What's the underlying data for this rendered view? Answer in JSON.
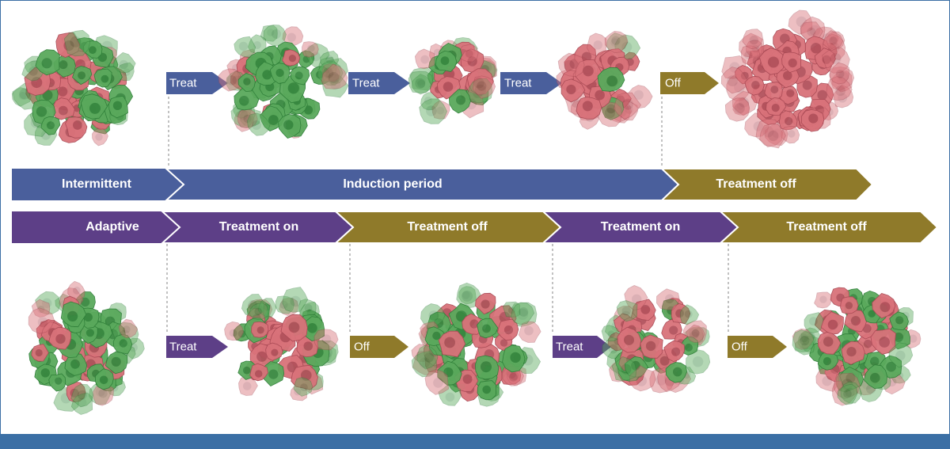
{
  "colors": {
    "blue": "#4a5f9c",
    "purple": "#5d3f87",
    "olive": "#8f7a2a",
    "frame": "#3b6fa5",
    "cell_red": "#d9727a",
    "cell_red_dark": "#a94a55",
    "cell_green": "#5aa95c",
    "cell_green_dark": "#2f7f39",
    "connector": "#999999"
  },
  "intermittent": {
    "band_label": "Intermittent",
    "induction_label": "Induction period",
    "off_label": "Treatment off",
    "steps": [
      "Treat",
      "Treat",
      "Treat",
      "Off"
    ],
    "tumors": [
      {
        "red_fraction": 0.35,
        "size": 1.0
      },
      {
        "red_fraction": 0.35,
        "size": 0.95
      },
      {
        "red_fraction": 0.5,
        "size": 0.65
      },
      {
        "red_fraction": 0.85,
        "size": 0.75
      },
      {
        "red_fraction": 1.0,
        "size": 1.05
      }
    ]
  },
  "adaptive": {
    "band_label": "Adaptive",
    "segments": [
      "Treatment on",
      "Treatment off",
      "Treatment on",
      "Treatment off"
    ],
    "steps": [
      "Treat",
      "Off",
      "Treat",
      "Off"
    ],
    "tumors": [
      {
        "red_fraction": 0.35,
        "size": 1.0
      },
      {
        "red_fraction": 0.45,
        "size": 0.9
      },
      {
        "red_fraction": 0.4,
        "size": 1.0
      },
      {
        "red_fraction": 0.55,
        "size": 0.85
      },
      {
        "red_fraction": 0.4,
        "size": 1.0
      }
    ]
  }
}
